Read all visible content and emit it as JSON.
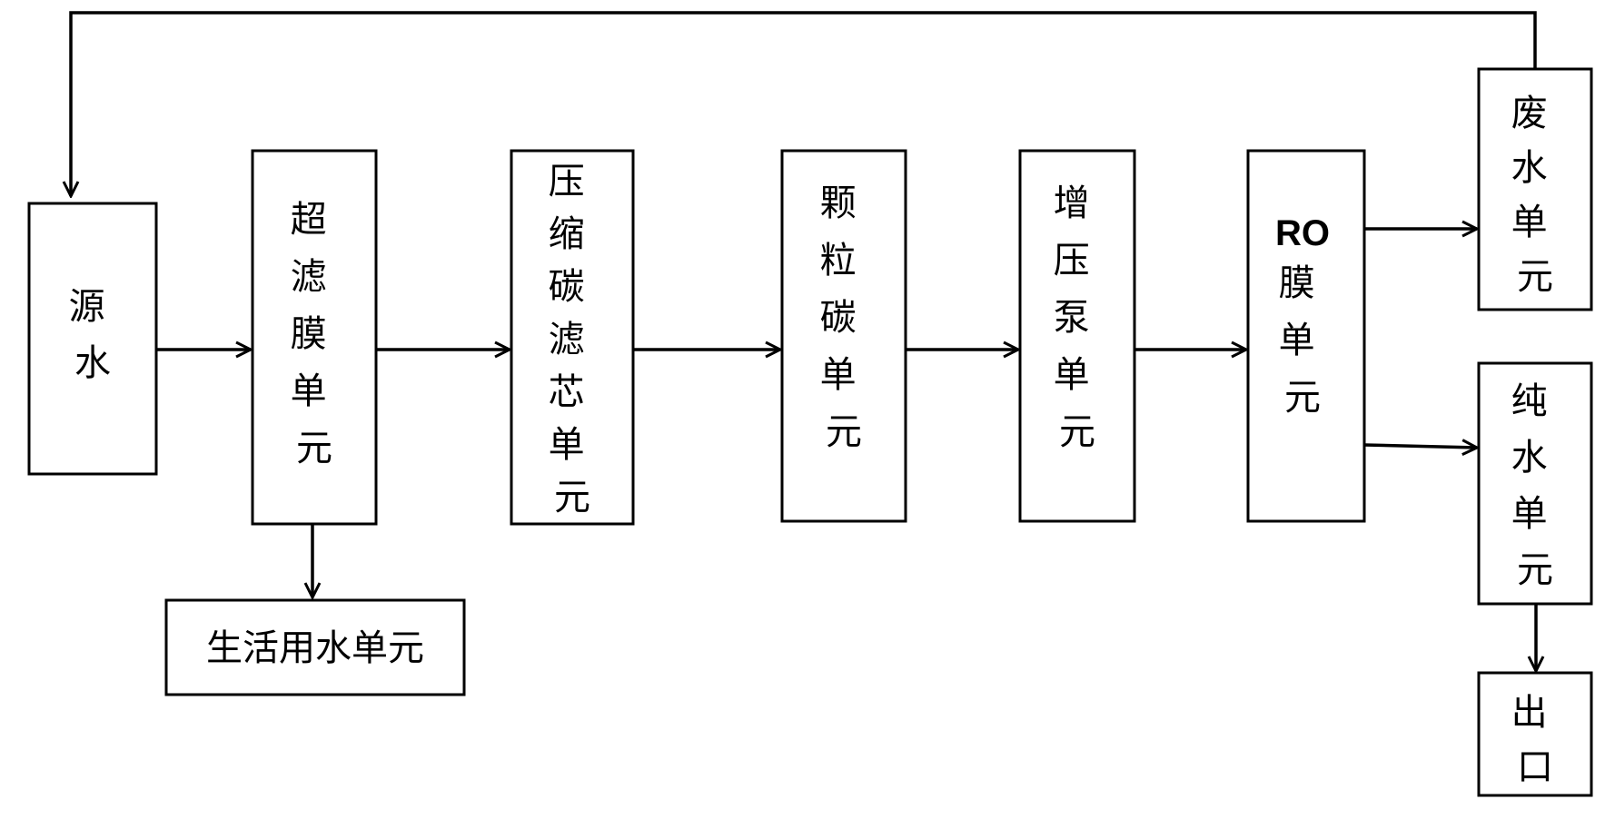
{
  "nodes": {
    "source_water": {
      "text": "源水"
    },
    "ultrafiltration": {
      "text": "超滤膜单元"
    },
    "compressed_carbon": {
      "text": "压缩碳滤芯单元"
    },
    "granular_carbon": {
      "text": "颗粒碳单元"
    },
    "booster_pump": {
      "text": "增压泵单元"
    },
    "ro_membrane": {
      "prefix": "RO",
      "text": "膜单元"
    },
    "waste_water": {
      "text": "废水单元"
    },
    "pure_water": {
      "text": "纯水单元"
    },
    "outlet": {
      "text": "出口"
    },
    "domestic_water": {
      "text": "生活用水单元"
    }
  },
  "colors": {
    "line": "#000000",
    "background": "#ffffff"
  }
}
